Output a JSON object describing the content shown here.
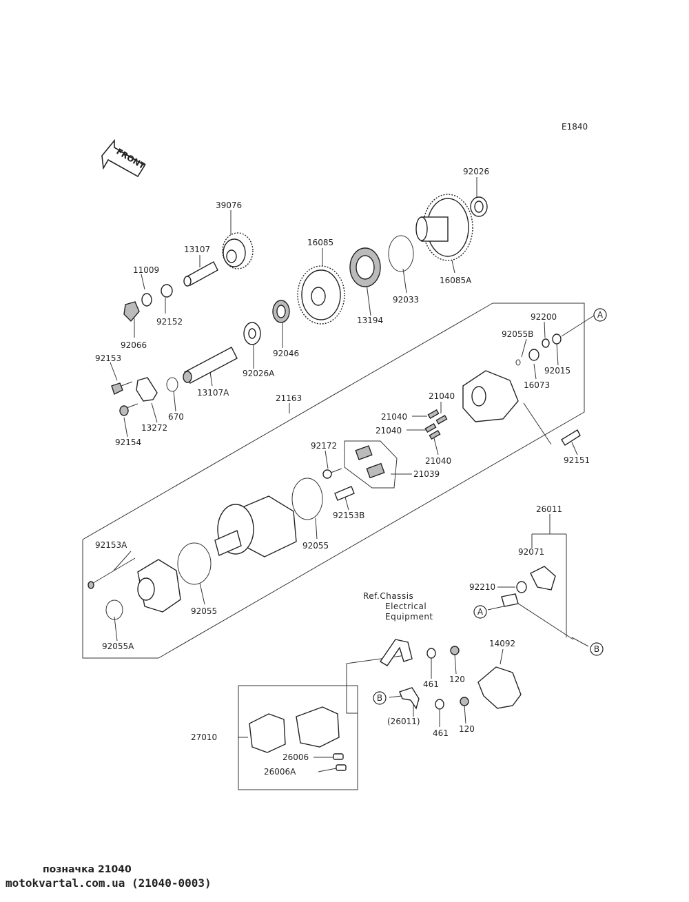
{
  "diagram_code": "E1840",
  "front_arrow_label": "FRONT",
  "ref_note": [
    "Ref.Chassis",
    "Electrical",
    "Equipment"
  ],
  "part_labels": [
    "92026",
    "39076",
    "13107",
    "16085",
    "11009",
    "92152",
    "92066",
    "13194",
    "92033",
    "16085A",
    "92046",
    "92026A",
    "92153",
    "13107A",
    "670",
    "13272",
    "92154",
    "21163",
    "92200",
    "92055B",
    "92015",
    "16073",
    "21040",
    "21040",
    "21040",
    "21040",
    "92172",
    "21039",
    "92151",
    "92153B",
    "92055",
    "92153A",
    "92055",
    "92055A",
    "26011",
    "92071",
    "92210",
    "14092",
    "461",
    "120",
    "(26011)",
    "461",
    "120",
    "27010",
    "26006",
    "26006A"
  ],
  "ref_markers": [
    "A",
    "A",
    "B",
    "B"
  ],
  "footer": {
    "title": "позначка 21040",
    "url": "motokvartal.com.ua (21040-0003)"
  }
}
